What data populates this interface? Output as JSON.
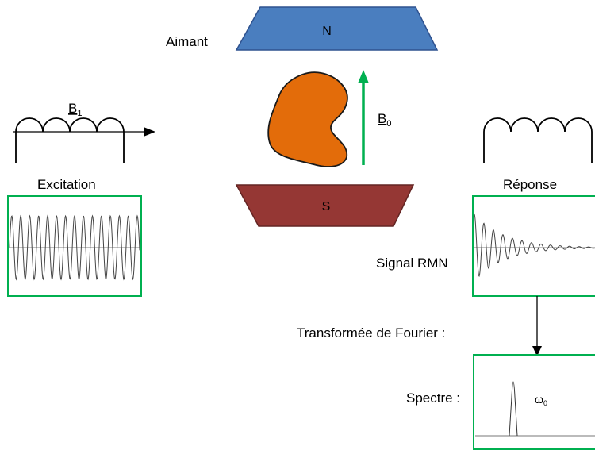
{
  "magnet": {
    "label": "Aimant",
    "north": "N",
    "south": "S",
    "north_color": "#4a7ebf",
    "south_color": "#953734"
  },
  "sample": {
    "color": "#e36c0a"
  },
  "field_b0": {
    "letter": "B",
    "subscript": "0",
    "arrow_color": "#00b050"
  },
  "excitation": {
    "label": "Excitation",
    "field_letter": "B",
    "field_subscript": "1"
  },
  "response": {
    "label": "Réponse"
  },
  "signal": {
    "label": "Signal RMN"
  },
  "fourier": {
    "label": "Transformée de Fourier :"
  },
  "spectrum": {
    "label": "Spectre :",
    "peak_symbol": "ω",
    "peak_subscript": "0"
  },
  "frame_color": "#00b050"
}
